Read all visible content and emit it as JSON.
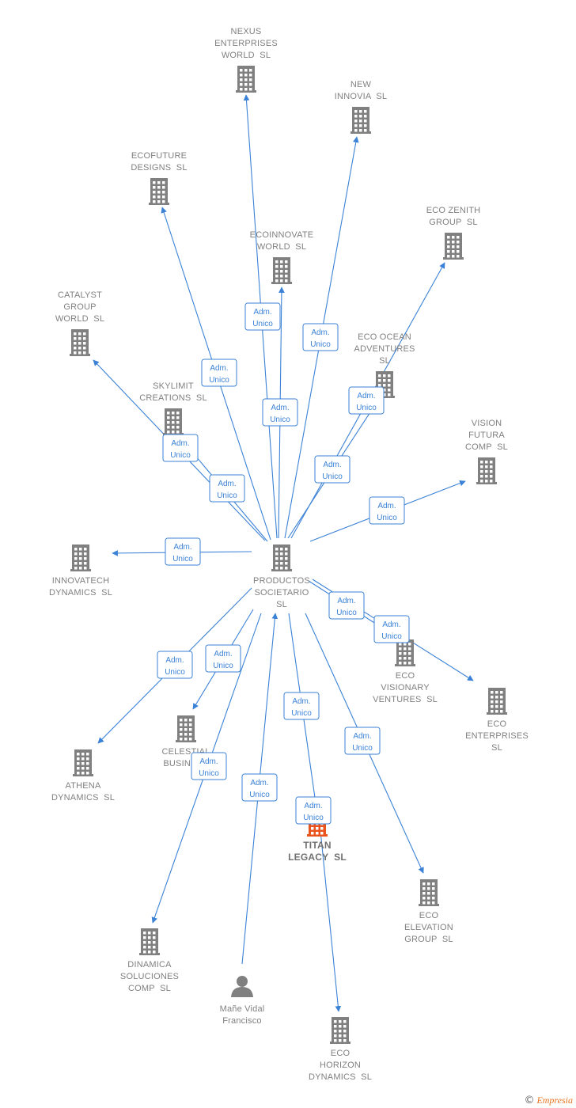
{
  "graph": {
    "nodes": [
      {
        "id": "productos",
        "lines": [
          "PRODUCTOS",
          "SOCIETARIO",
          "SL"
        ],
        "icon": "building-icon",
        "color": "#808080"
      },
      {
        "id": "nexus",
        "lines": [
          "NEXUS",
          "ENTERPRISES",
          "WORLD  SL"
        ],
        "icon": "building-icon",
        "color": "#808080"
      },
      {
        "id": "newinnovia",
        "lines": [
          "NEW",
          "INNOVIA  SL"
        ],
        "icon": "building-icon",
        "color": "#808080"
      },
      {
        "id": "ecofuture",
        "lines": [
          "ECOFUTURE",
          "DESIGNS  SL"
        ],
        "icon": "building-icon",
        "color": "#808080"
      },
      {
        "id": "ecozenith",
        "lines": [
          "ECO ZENITH",
          "GROUP  SL"
        ],
        "icon": "building-icon",
        "color": "#808080"
      },
      {
        "id": "ecoinnovate",
        "lines": [
          "ECOINNOVATE",
          "WORLD  SL"
        ],
        "icon": "building-icon",
        "color": "#808080"
      },
      {
        "id": "catalyst",
        "lines": [
          "CATALYST",
          "GROUP",
          "WORLD  SL"
        ],
        "icon": "building-icon",
        "color": "#808080"
      },
      {
        "id": "ecoocean",
        "lines": [
          "ECO OCEAN",
          "ADVENTURES",
          "SL"
        ],
        "icon": "building-icon",
        "color": "#808080"
      },
      {
        "id": "skylimit",
        "lines": [
          "SKYLIMIT",
          "CREATIONS  SL"
        ],
        "icon": "building-icon",
        "color": "#808080"
      },
      {
        "id": "visionfutura",
        "lines": [
          "VISION",
          "FUTURA",
          "COMP  SL"
        ],
        "icon": "building-icon",
        "color": "#808080"
      },
      {
        "id": "innovatech",
        "lines": [
          "INNOVATECH",
          "DYNAMICS  SL"
        ],
        "icon": "building-icon",
        "color": "#808080"
      },
      {
        "id": "ecovisionary",
        "lines": [
          "ECO",
          "VISIONARY",
          "VENTURES  SL"
        ],
        "icon": "building-icon",
        "color": "#808080"
      },
      {
        "id": "ecoenterprises",
        "lines": [
          "ECO",
          "ENTERPRISES",
          "SL"
        ],
        "icon": "building-icon",
        "color": "#808080"
      },
      {
        "id": "celestial",
        "lines": [
          "CELESTIAL",
          "BUSINESS"
        ],
        "icon": "building-icon",
        "color": "#808080"
      },
      {
        "id": "athena",
        "lines": [
          "ATHENA",
          "DYNAMICS  SL"
        ],
        "icon": "building-icon",
        "color": "#808080"
      },
      {
        "id": "titan",
        "lines": [
          "TITAN",
          "LEGACY  SL"
        ],
        "icon": "building-icon",
        "color": "#e8531e",
        "highlight": true
      },
      {
        "id": "ecoelevation",
        "lines": [
          "ECO",
          "ELEVATION",
          "GROUP  SL"
        ],
        "icon": "building-icon",
        "color": "#808080"
      },
      {
        "id": "dinamica",
        "lines": [
          "DINAMICA",
          "SOLUCIONES",
          "COMP  SL"
        ],
        "icon": "building-icon",
        "color": "#808080"
      },
      {
        "id": "mane",
        "lines": [
          "Mañe Vidal",
          "Francisco"
        ],
        "icon": "person-icon",
        "color": "#808080"
      },
      {
        "id": "ecohorizon",
        "lines": [
          "ECO",
          "HORIZON",
          "DYNAMICS  SL"
        ],
        "icon": "building-icon",
        "color": "#808080"
      }
    ],
    "edges": [
      {
        "from": "productos",
        "to": "nexus",
        "label": [
          "Adm.",
          "Unico"
        ]
      },
      {
        "from": "productos",
        "to": "newinnovia",
        "label": [
          "Adm.",
          "Unico"
        ]
      },
      {
        "from": "productos",
        "to": "ecofuture",
        "label": [
          "Adm.",
          "Unico"
        ]
      },
      {
        "from": "productos",
        "to": "ecoinnovate",
        "label": [
          "Adm.",
          "Unico"
        ]
      },
      {
        "from": "productos",
        "to": "ecozenith",
        "label": [
          "Adm.",
          "Unico"
        ]
      },
      {
        "from": "productos",
        "to": "ecoocean",
        "label": [
          "Adm.",
          "Unico"
        ]
      },
      {
        "from": "productos",
        "to": "catalyst",
        "label": [
          "Adm.",
          "Unico"
        ]
      },
      {
        "from": "productos",
        "to": "skylimit",
        "label": [
          "Adm.",
          "Unico"
        ]
      },
      {
        "from": "productos",
        "to": "visionfutura",
        "label": [
          "Adm.",
          "Unico"
        ]
      },
      {
        "from": "productos",
        "to": "innovatech",
        "label": [
          "Adm.",
          "Unico"
        ]
      },
      {
        "from": "productos",
        "to": "ecovisionary",
        "label": [
          "Adm.",
          "Unico"
        ]
      },
      {
        "from": "productos",
        "to": "ecoenterprises",
        "label": [
          "Adm.",
          "Unico"
        ]
      },
      {
        "from": "productos",
        "to": "athena",
        "label": [
          "Adm.",
          "Unico"
        ]
      },
      {
        "from": "productos",
        "to": "celestial",
        "label": [
          "Adm.",
          "Unico"
        ]
      },
      {
        "from": "productos",
        "to": "titan",
        "label": [
          "Adm.",
          "Unico"
        ]
      },
      {
        "from": "productos",
        "to": "ecoelevation",
        "label": [
          "Adm.",
          "Unico"
        ]
      },
      {
        "from": "productos",
        "to": "dinamica",
        "label": [
          "Adm.",
          "Unico"
        ]
      },
      {
        "from": "mane",
        "to": "productos",
        "label": [
          "Adm.",
          "Unico"
        ]
      },
      {
        "from": "titan",
        "to": "ecohorizon",
        "label": [
          "Adm.",
          "Unico"
        ]
      }
    ]
  },
  "footer": {
    "copyright_symbol": "©",
    "brand": "Empresia"
  }
}
